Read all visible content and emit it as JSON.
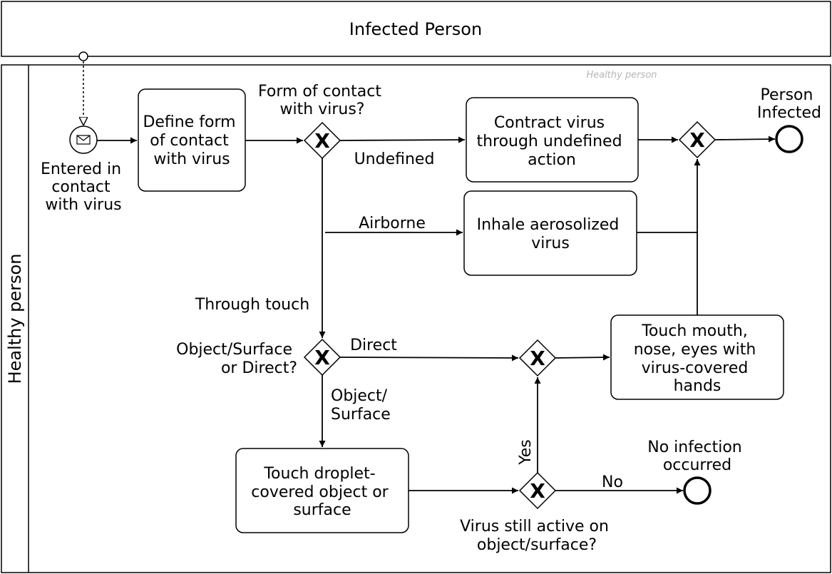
{
  "pool_top": {
    "title": "Infected Person"
  },
  "pool_main": {
    "title": "Healthy person",
    "watermark": "Healthy person"
  },
  "start_event": {
    "label": [
      "Entered in",
      "contact",
      "with virus"
    ],
    "icon": "envelope-icon"
  },
  "tasks": {
    "define": [
      "Define form",
      "of contact",
      "with virus"
    ],
    "contract": [
      "Contract virus",
      "through undefined",
      "action"
    ],
    "inhale": [
      "Inhale aerosolized",
      "virus"
    ],
    "touch_mouth": [
      "Touch mouth,",
      "nose, eyes with",
      "virus-covered",
      "hands"
    ],
    "touch_droplet": [
      "Touch droplet-",
      "covered object or",
      "surface"
    ]
  },
  "gateways": {
    "form_question": [
      "Form of contact",
      "with virus?"
    ],
    "object_question": [
      "Object/Surface",
      "or Direct?"
    ],
    "active_question": [
      "Virus still active on",
      "object/surface?"
    ],
    "gateway_symbol": "X"
  },
  "flows": {
    "undefined": "Undefined",
    "airborne": "Airborne",
    "through_touch": "Through touch",
    "direct": "Direct",
    "object_surface": [
      "Object/",
      "Surface"
    ],
    "yes": "Yes",
    "no": "No"
  },
  "end_events": {
    "infected": [
      "Person",
      "Infected"
    ],
    "no_infection": [
      "No infection",
      "occurred"
    ]
  }
}
